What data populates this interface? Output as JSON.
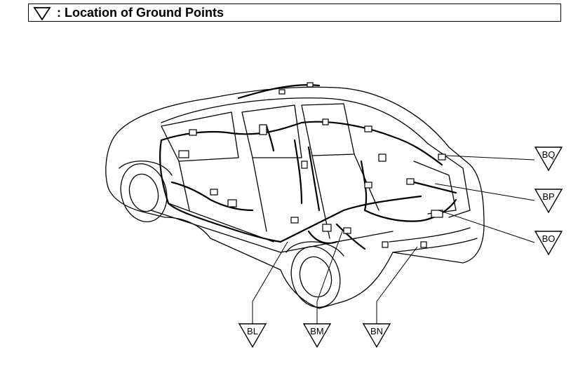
{
  "header": {
    "title": ": Location of Ground Points",
    "icon": "ground-point-triangle-icon"
  },
  "ground_points": [
    {
      "id": "BQ"
    },
    {
      "id": "BP"
    },
    {
      "id": "BO"
    },
    {
      "id": "BL"
    },
    {
      "id": "BM"
    },
    {
      "id": "BN"
    }
  ],
  "colors": {
    "line": "#000000",
    "background": "#ffffff"
  }
}
